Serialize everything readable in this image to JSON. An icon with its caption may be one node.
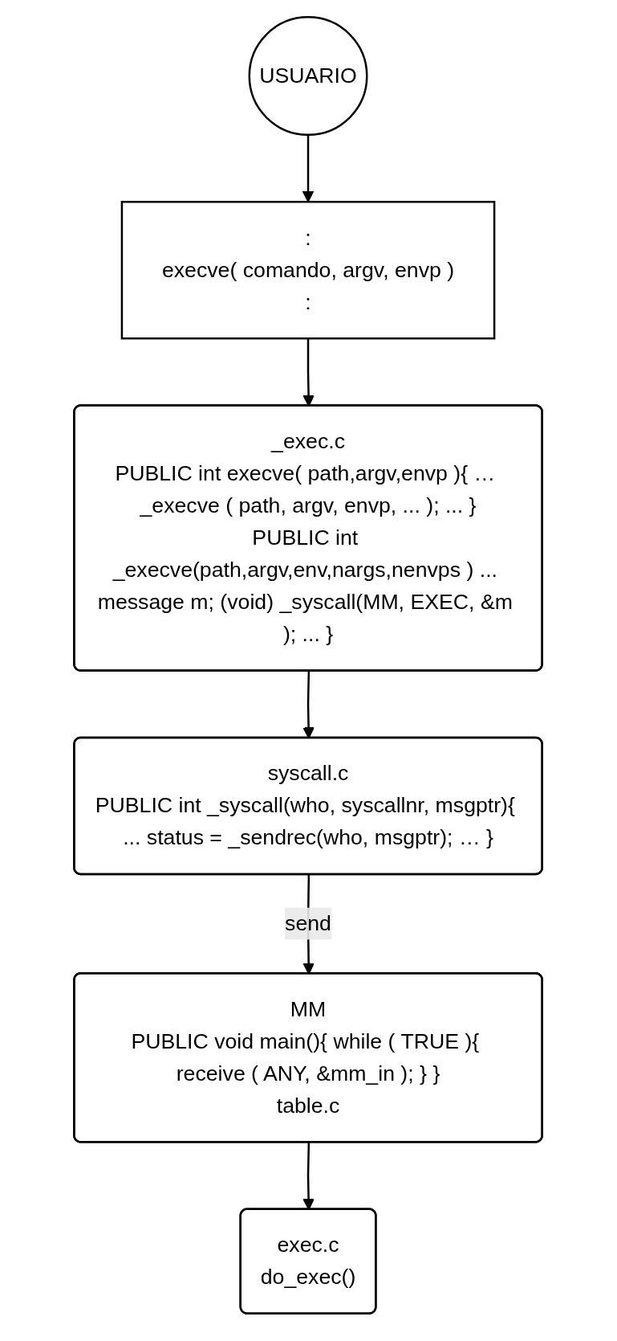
{
  "diagram": {
    "nodes": [
      {
        "text": [
          "USUARIO"
        ]
      },
      {
        "text": [
          ":",
          "execve( comando, argv, envp )",
          ":"
        ]
      },
      {
        "text": [
          "_exec.c",
          "PUBLIC int execve( path,argv,envp ){ … _execve ( path, argv, envp, ... ); ... }",
          "PUBLIC int _execve(path,argv,env,nargs,nenvps ) ... message m; (void) _syscall(MM, EXEC, &m ); ... }"
        ]
      },
      {
        "text": [
          "syscall.c",
          "PUBLIC int _syscall(who, syscallnr, msgptr){ ... status = _sendrec(who, msgptr); … }"
        ]
      },
      {
        "text": [
          "MM",
          "PUBLIC void main(){ while ( TRUE ){ receive ( ANY, &mm_in ); } }",
          "table.c"
        ]
      },
      {
        "text": [
          "exec.c",
          "do_exec()"
        ]
      }
    ],
    "edges": [
      {
        "from": 0,
        "to": 1,
        "arrow": "to"
      },
      {
        "from": 1,
        "to": 2,
        "arrow": "to"
      },
      {
        "from": 2,
        "to": 3,
        "arrow": "to"
      },
      {
        "from": 3,
        "to": 4,
        "arrow": "to",
        "label": "send"
      },
      {
        "from": 4,
        "to": 5,
        "arrow": "to"
      }
    ]
  }
}
